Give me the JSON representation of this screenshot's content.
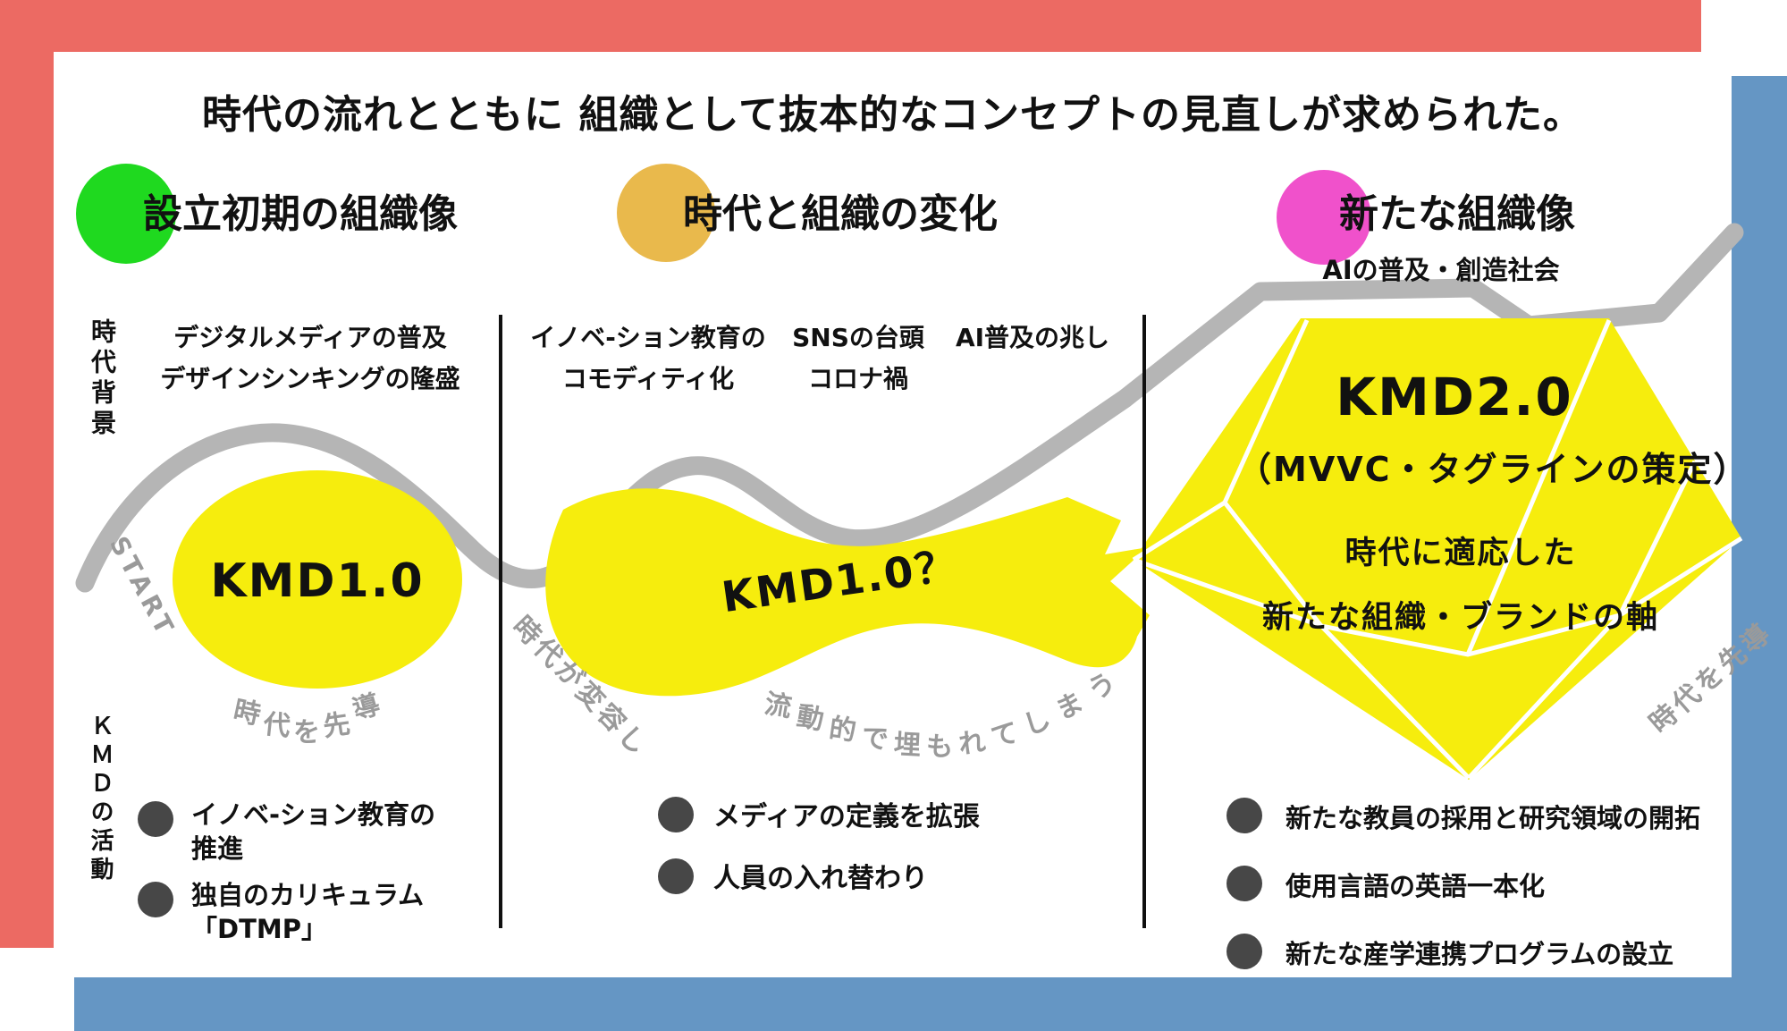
{
  "title": "時代の流れとともに 組織として抜本的なコンセプトの見直しが求められた。",
  "colors": {
    "red": "#EC6A63",
    "blue": "#6596C4",
    "green": "#1FD91F",
    "gold": "#E9B94C",
    "pink": "#F051CB",
    "yellow": "#F6ED0D",
    "gray-line": "#B5B5B5",
    "gray-text": "#9A9A9A",
    "bullet": "#474747",
    "ink": "#111111"
  },
  "axis": {
    "top_label": "時代背景",
    "bottom_label": "ＫＭＤの活動"
  },
  "sections": [
    {
      "header": "設立初期の組織像",
      "context_lines": [
        "デジタルメディアの普及",
        "デザインシンキングの隆盛"
      ],
      "start_label": "START",
      "shape_label": "KMD1.0",
      "arc_chars": [
        "時",
        "代",
        "を",
        "先",
        "導"
      ],
      "activities": [
        {
          "line1": "イノベ-ション教育の",
          "line2": "推進"
        },
        {
          "line1": "独自のカリキュラム",
          "line2": "「DTMP」"
        }
      ]
    },
    {
      "header": "時代と組織の変化",
      "context_cols": [
        [
          "イノベ-ション教育の",
          "コモディティ化"
        ],
        [
          "SNSの台頭",
          "コロナ禍"
        ],
        [
          "AI普及の兆し"
        ]
      ],
      "shape_label": "KMD1.0？",
      "diag_text": "時代が変容し",
      "arc_chars": [
        "流",
        "動",
        "的",
        "で",
        "埋",
        "も",
        "れ",
        "て",
        "し",
        "ま",
        "う"
      ],
      "activities": [
        {
          "line1": "メディアの定義を拡張"
        },
        {
          "line1": "人員の入れ替わり"
        }
      ]
    },
    {
      "header": "新たな組織像",
      "subheader": "AIの普及・創造社会",
      "shape_title": "KMD2.0",
      "shape_subtitle": "（MVVC・タグラインの策定）",
      "shape_lines": [
        "時代に適応した",
        "新たな組織・ブランドの軸"
      ],
      "diag_text": "時代を先導",
      "activities": [
        {
          "line1": "新たな教員の採用と研究領域の開拓"
        },
        {
          "line1": "使用言語の英語一本化"
        },
        {
          "line1": "新たな産学連携プログラムの設立"
        }
      ]
    }
  ]
}
